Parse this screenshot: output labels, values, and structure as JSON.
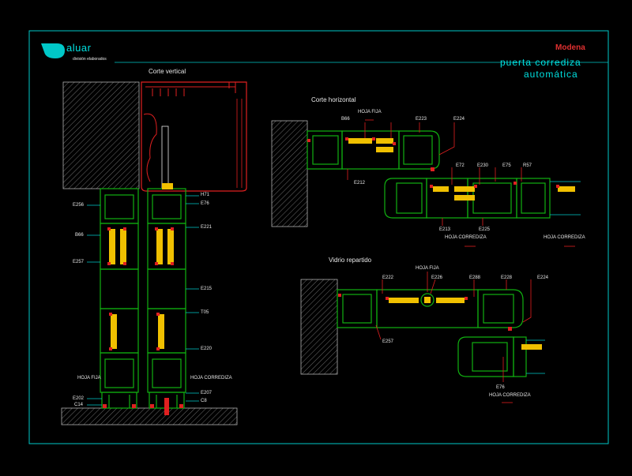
{
  "brand": {
    "name": "aluar",
    "subtitle": "división elaborados"
  },
  "title_block": {
    "line1": "Modena",
    "line2": "puerta corrediza",
    "line3": "automática"
  },
  "sections": {
    "vertical": "Corte vertical",
    "horizontal": "Corte horizontal",
    "split_glass": "Vidrio repartido"
  },
  "vertical_labels": {
    "h71": "H71",
    "e76": "E76",
    "e256": "E256",
    "b66": "B66",
    "e221": "E221",
    "e257": "E257",
    "e215": "E215",
    "t05": "T05",
    "e220": "E220",
    "hoja_fija": "HOJA FIJA",
    "hoja_corrediza": "HOJA CORREDIZA",
    "e202": "E202",
    "c14": "C14",
    "e207": "E207",
    "c8": "C8"
  },
  "horizontal_labels": {
    "hoja_fija": "HOJA FIJA",
    "b66": "B66",
    "e223": "E223",
    "e224": "E224",
    "e212": "E212",
    "e72": "E72",
    "e230": "E230",
    "e75": "E75",
    "r57": "R57",
    "e213": "E213",
    "e225": "E225",
    "hoja_corrediza_1": "HOJA CORREDIZA",
    "hoja_corrediza_2": "HOJA CORREDIZA"
  },
  "split_labels": {
    "hoja_fija": "HOJA FIJA",
    "e222": "E222",
    "e226": "E226",
    "e288": "E288",
    "e228": "E228",
    "e224": "E224",
    "e257": "E257",
    "e76": "E76",
    "hoja_corrediza": "HOJA CORREDIZA"
  },
  "colors": {
    "border": "#00c8c8",
    "profile": "#10b010",
    "glass": "#f0c000",
    "header": "#e02020",
    "hatch": "#b0b0b0",
    "text": "#e8e8e8"
  }
}
